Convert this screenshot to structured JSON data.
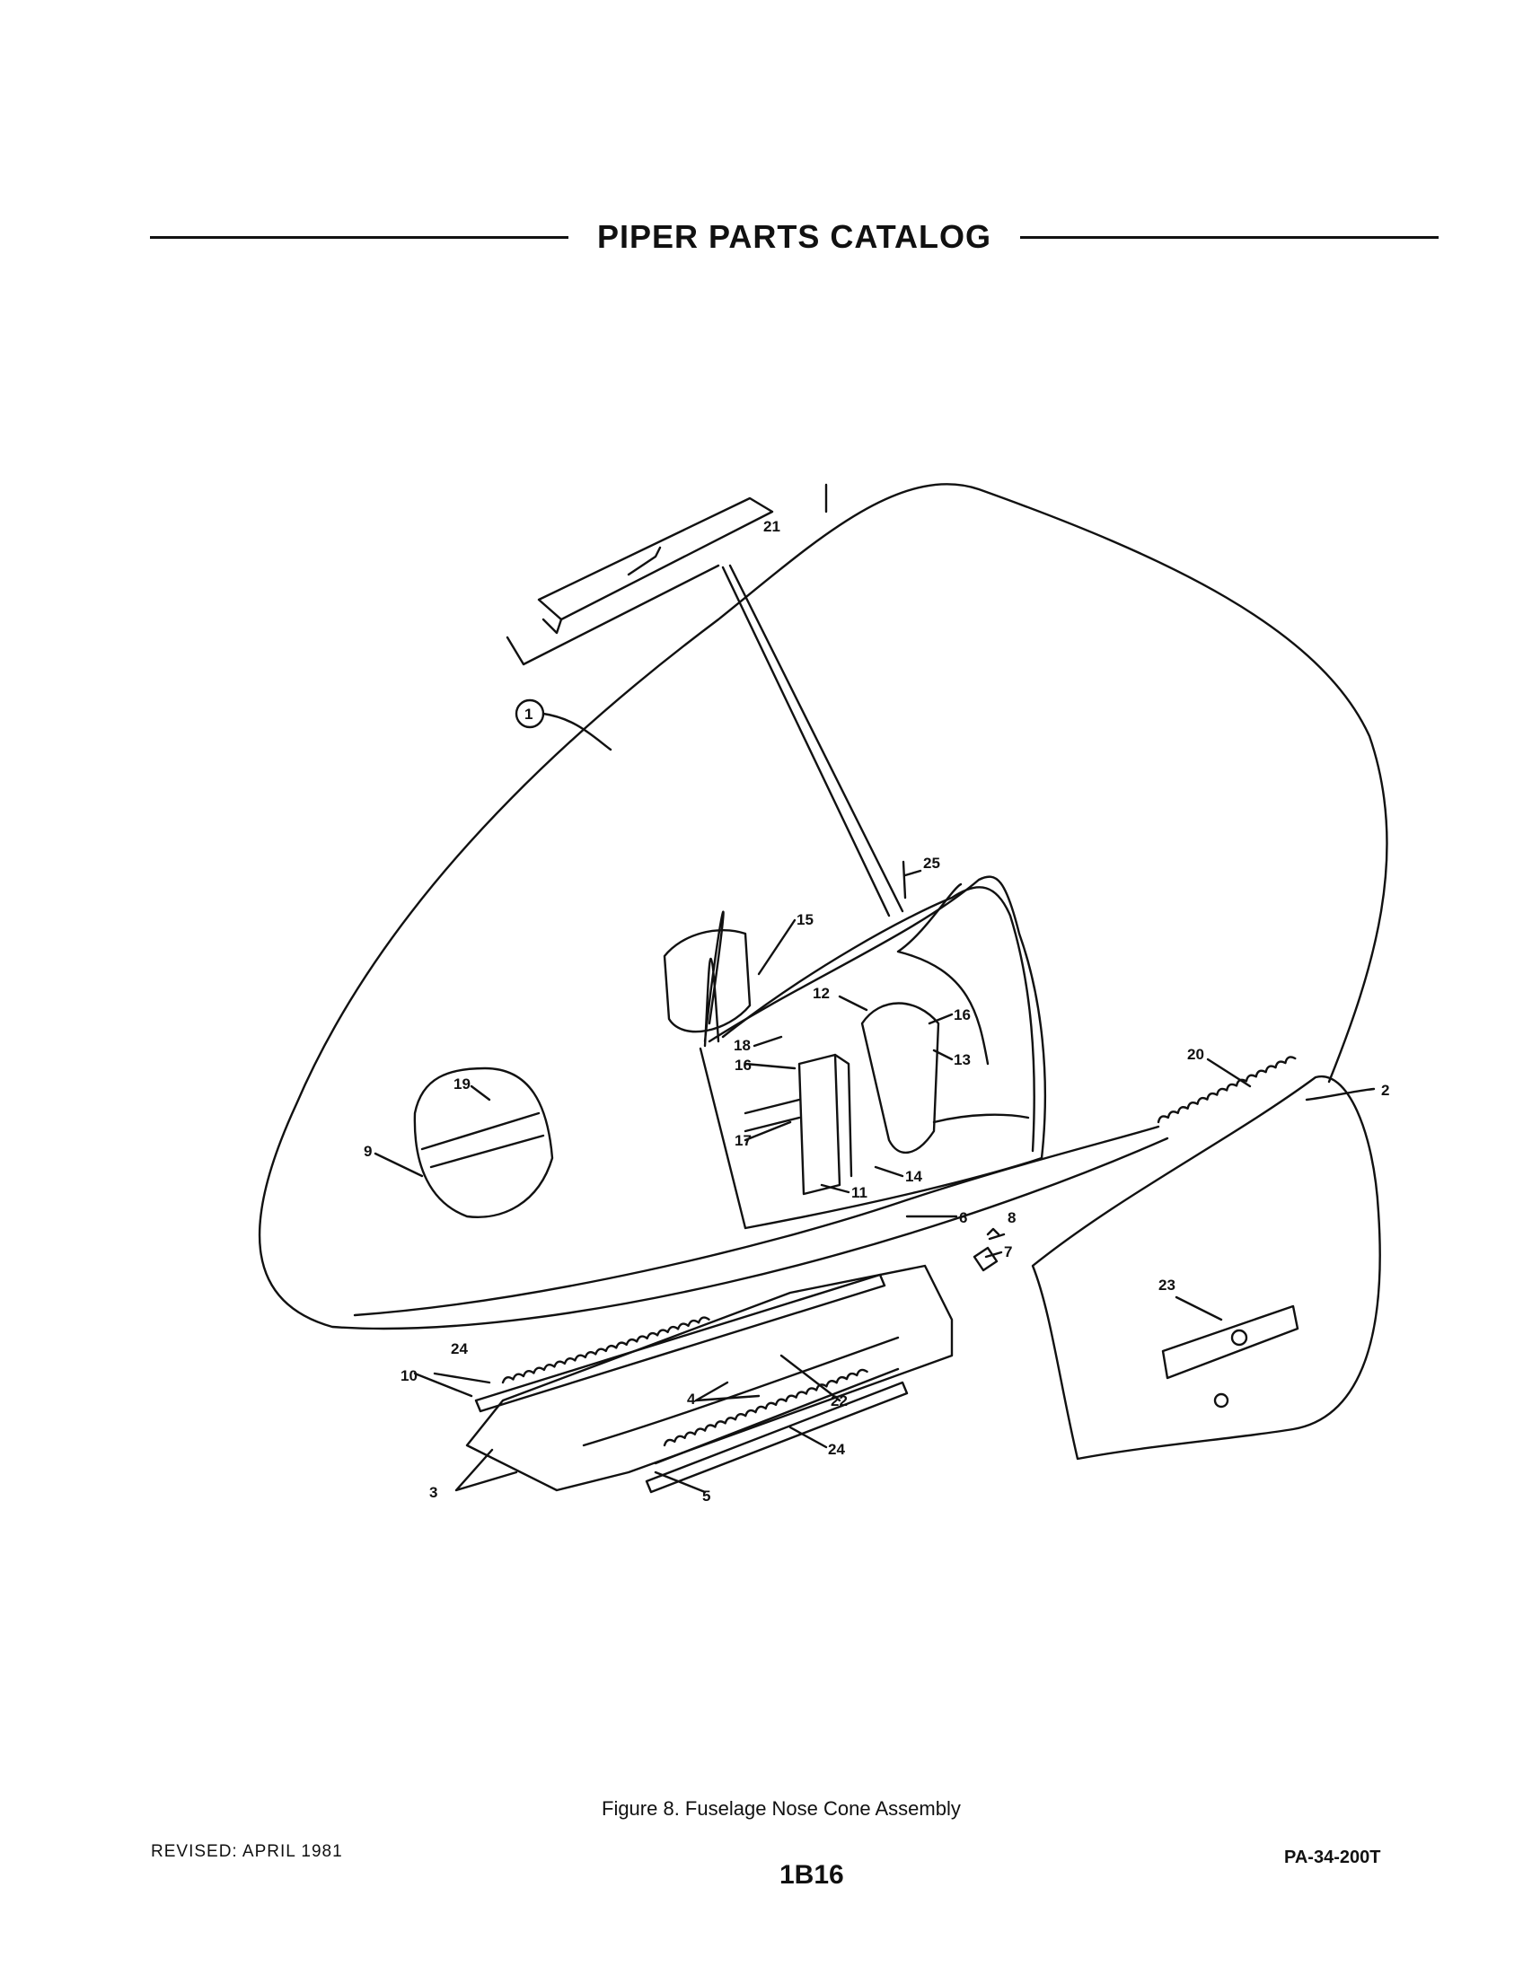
{
  "header": {
    "title": "PIPER PARTS CATALOG"
  },
  "figure": {
    "caption": "Figure 8.  Fuselage Nose Cone Assembly",
    "callouts": [
      "1",
      "2",
      "3",
      "4",
      "5",
      "6",
      "7",
      "8",
      "9",
      "10",
      "11",
      "12",
      "13",
      "14",
      "15",
      "16",
      "16",
      "17",
      "18",
      "19",
      "20",
      "21",
      "22",
      "23",
      "24",
      "24",
      "25"
    ]
  },
  "footer": {
    "revised": "REVISED: APRIL 1981",
    "page_number": "1B16",
    "model": "PA-34-200T"
  }
}
